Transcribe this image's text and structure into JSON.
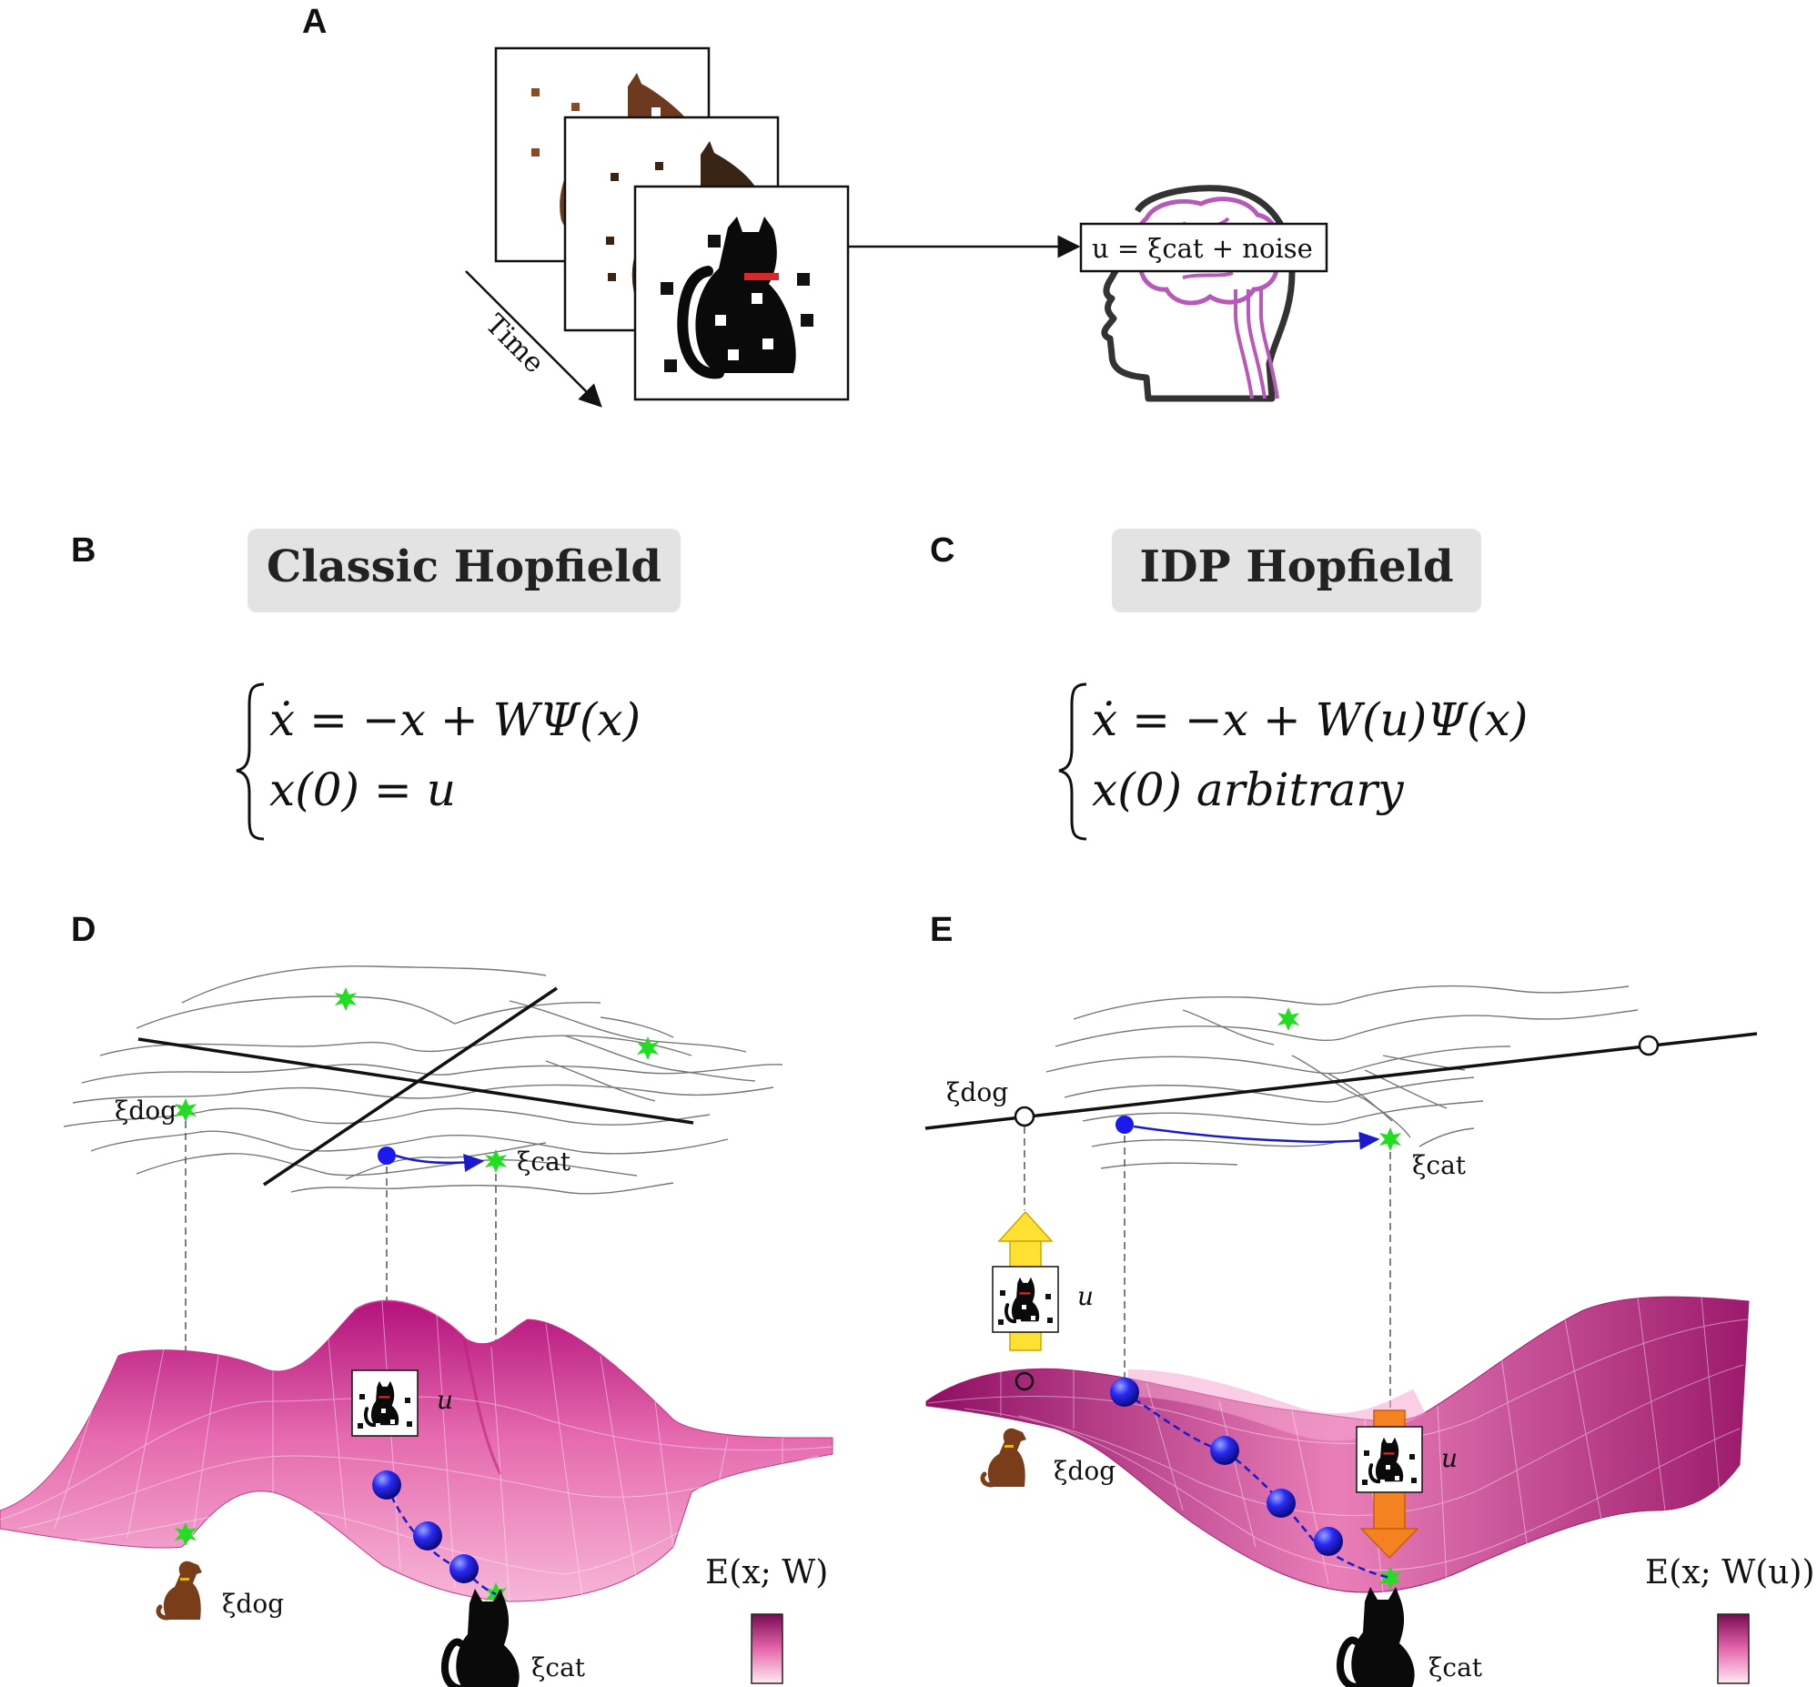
{
  "panel_a": {
    "letter": "A",
    "time_label": "Time",
    "input_formula": "u = ξcat + noise"
  },
  "panel_b": {
    "letter": "B",
    "title": "Classic Hopfield",
    "eq1": "ẋ = −x + WΨ(x)",
    "eq2": "x(0) = u"
  },
  "panel_c": {
    "letter": "C",
    "title": "IDP Hopfield",
    "eq1": "ẋ = −x + W(u)Ψ(x)",
    "eq2": "x(0)   arbitrary"
  },
  "panel_d": {
    "letter": "D",
    "xi_dog_top": "ξdog",
    "xi_cat_top": "ξcat",
    "u_label": "u",
    "xi_dog_bottom": "ξdog",
    "xi_cat_bottom": "ξcat",
    "energy_label": "E(x; W)"
  },
  "panel_e": {
    "letter": "E",
    "xi_dog_top": "ξdog",
    "xi_cat_top": "ξcat",
    "u_left": "u",
    "u_right": "u",
    "xi_dog_bottom": "ξdog",
    "xi_cat_bottom": "ξcat",
    "energy_label": "E(x; W(u))"
  },
  "colors": {
    "attractor_star": "#22dd22",
    "ball": "#1a1aee",
    "surface_light": "#f6b3d6",
    "surface_dark": "#a0106e",
    "up_arrow": "#ffe033",
    "down_arrow": "#f58220",
    "brain": "#b659b8",
    "collar": "#d4292d",
    "dog": "#7a3d1a"
  }
}
